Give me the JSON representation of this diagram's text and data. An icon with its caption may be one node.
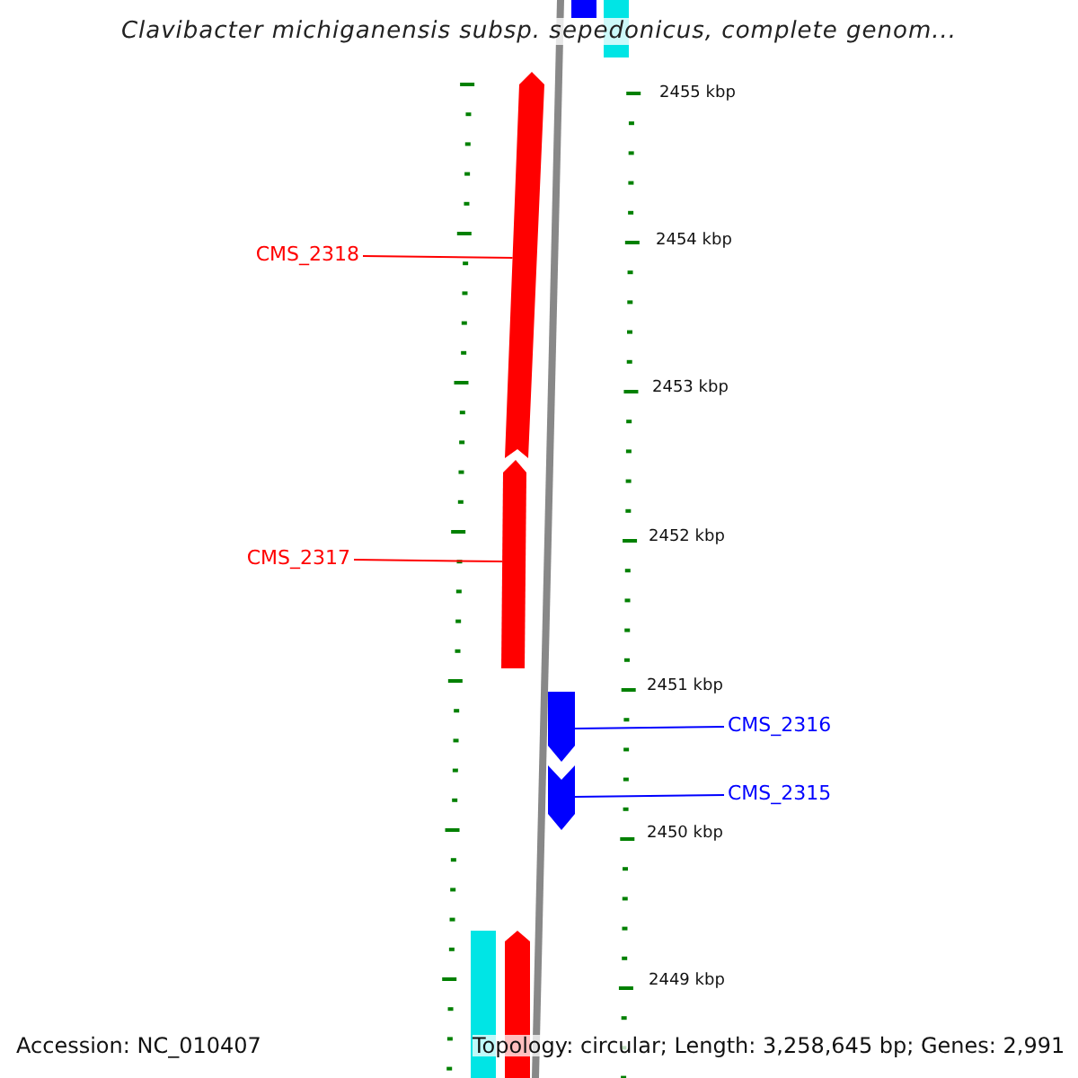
{
  "diagram": {
    "title": "Clavibacter michiganensis subsp. sepedonicus, complete genom...",
    "nodes": [
      {
        "text": [
          "CMS_2318"
        ]
      },
      {
        "text": [],
        "shape": "bar"
      },
      {
        "text": [
          "CMS_2317"
        ]
      },
      {
        "text": [],
        "shape": "bar"
      },
      {
        "text": [
          "CMS_2316"
        ]
      },
      {
        "text": [],
        "shape": "bar"
      },
      {
        "text": [
          "CMS_2315"
        ]
      },
      {
        "text": [],
        "shape": "bar"
      }
    ],
    "edges": [
      {
        "from": 0,
        "to": 1,
        "arrow": "none",
        "color": "#ff0000"
      },
      {
        "from": 2,
        "to": 3,
        "arrow": "none",
        "color": "#ff0000"
      },
      {
        "from": 4,
        "to": 5,
        "arrow": "none",
        "color": "#0000ff"
      },
      {
        "from": 6,
        "to": 7,
        "arrow": "none",
        "color": "#0000ff"
      }
    ],
    "labels": [
      "2455 kbp",
      "2454 kbp",
      "2453 kbp",
      "2452 kbp",
      "2451 kbp",
      "2450 kbp",
      "2449 kbp",
      "Accession: NC_010407",
      "Topology: circular; Length: 3,258,645 bp; Genes: 2,991"
    ]
  }
}
